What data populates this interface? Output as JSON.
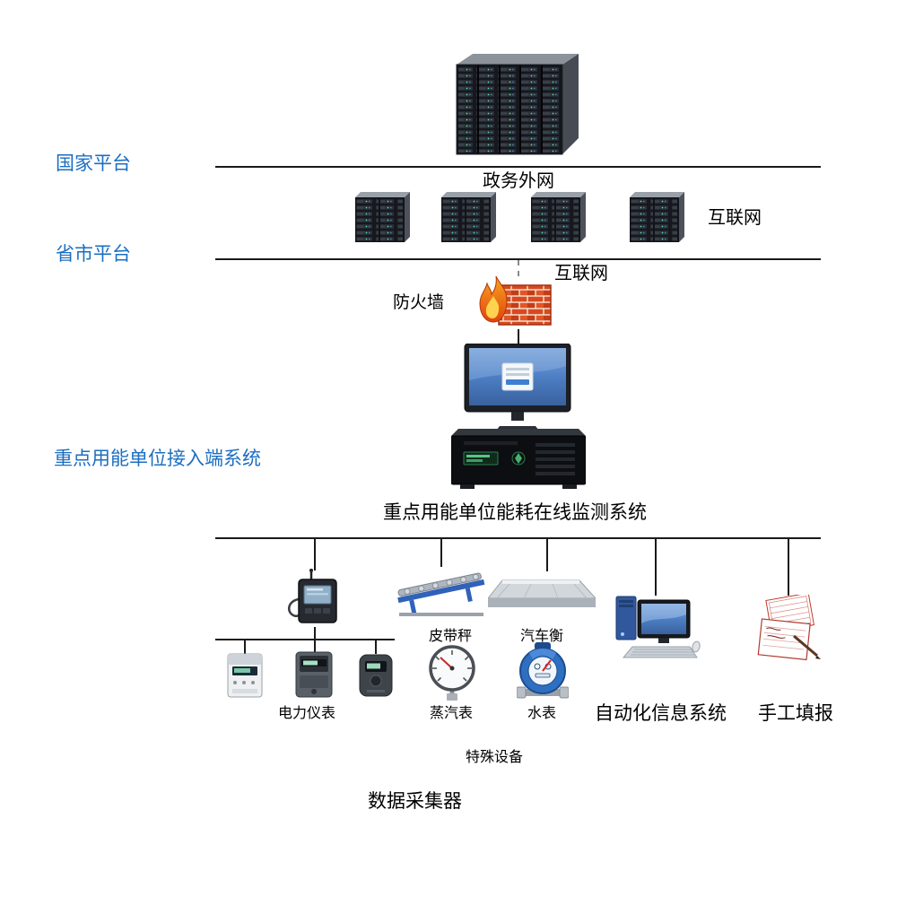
{
  "labels": {
    "national_platform": "国家平台",
    "gov_external_network": "政务外网",
    "internet_top": "互联网",
    "provincial_platform": "省市平台",
    "internet_mid": "互联网",
    "firewall": "防火墙",
    "enterprise_access_system": "重点用能单位接入端系统",
    "monitoring_system": "重点用能单位能耗在线监测系统",
    "belt_scale": "皮带秤",
    "truck_scale": "汽车衡",
    "power_meters": "电力仪表",
    "steam_meter": "蒸汽表",
    "water_meter": "水表",
    "automation_info_system": "自动化信息系统",
    "manual_entry": "手工填报",
    "special_equipment": "特殊设备",
    "data_collector": "数据采集器"
  },
  "icons": [
    "server-cluster-icon",
    "server-tower-icon",
    "firewall-icon",
    "monitor-login-icon",
    "collector-server-icon",
    "data-collector-icon",
    "belt-scale-icon",
    "truck-scale-icon",
    "power-meter-icon",
    "steam-gauge-icon",
    "water-meter-icon",
    "automation-computer-icon",
    "manual-forms-icon"
  ],
  "colors": {
    "layer_label_blue": "#1b6ec2",
    "text_black": "#000000",
    "connector_line": "#1a1a1a",
    "firewall_brick": "#d8491f",
    "flame_orange": "#f59a1c",
    "screen_blue": "#4d7fc4"
  }
}
